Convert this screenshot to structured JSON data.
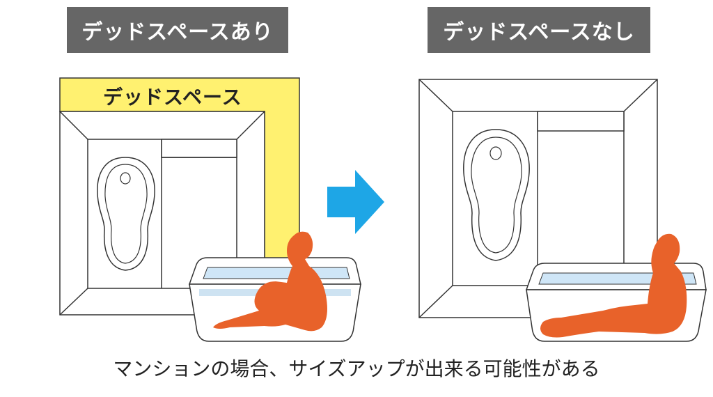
{
  "labels": {
    "with_dead_space": "デッドスペースあり",
    "without_dead_space": "デッドスペースなし",
    "dead_space": "デッドスペース"
  },
  "caption": "マンションの場合、サイズアップが出来る可能性がある",
  "colors": {
    "label_bg": "#666666",
    "dead_space_fill": "#fff170",
    "arrow": "#1ea6e6",
    "person": "#e8622a",
    "water": "#cfe6f7",
    "line": "#333333"
  }
}
